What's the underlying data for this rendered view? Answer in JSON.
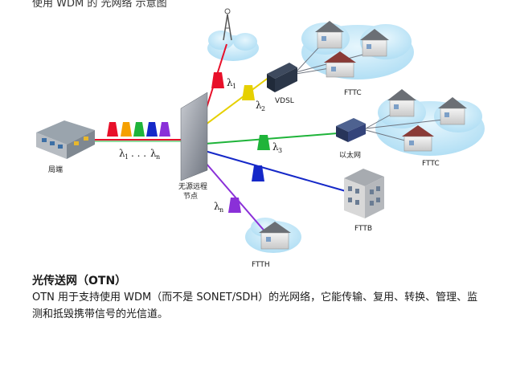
{
  "top_fragment": "使用 WDM 的 光网络 示意图",
  "labels": {
    "central_office": "局端",
    "passive_node_line1": "无源远程",
    "passive_node_line2": "节点",
    "vdsl": "VDSL",
    "ethernet": "以太网",
    "fttc_top": "FTTC",
    "fttc_mid": "FTTC",
    "fttb": "FTTB",
    "ftth": "FTTH"
  },
  "wavelengths": {
    "symbol": "λ",
    "sub_1": "1",
    "sub_2": "2",
    "sub_3": "3",
    "sub_n": "n",
    "range_dots": ". . ."
  },
  "colors": {
    "red": "#e8102a",
    "orange": "#f5a000",
    "yellow": "#e6d000",
    "green": "#1fb43a",
    "blue": "#1528c8",
    "purple": "#8a30d8",
    "cloud": "#b9e3f7"
  },
  "text": {
    "title": "光传送网（OTN）",
    "body": "OTN 用于支持使用 WDM（而不是 SONET/SDH）的光网络，它能传输、复用、转换、管理、监测和抵毁携带信号的光信道。"
  }
}
